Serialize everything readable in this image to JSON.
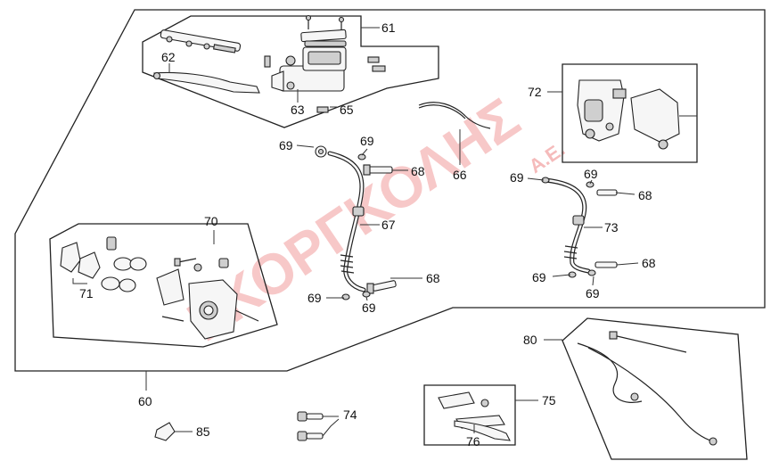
{
  "watermark": {
    "main": "ΓΚΟΡΓΚΟΛΗΣ",
    "suffix": "A.E.",
    "color": "#e23b3b"
  },
  "callouts": {
    "c60": "60",
    "c61": "61",
    "c62": "62",
    "c63": "63",
    "c65": "65",
    "c66": "66",
    "c67": "67",
    "c68a": "68",
    "c68b": "68",
    "c68c": "68",
    "c68d": "68",
    "c69a": "69",
    "c69b": "69",
    "c69c": "69",
    "c69d": "69",
    "c69e": "69",
    "c69f": "69",
    "c69g": "69",
    "c70": "70",
    "c71": "71",
    "c72": "72",
    "c73": "73",
    "c74": "74",
    "c75": "75",
    "c76": "76",
    "c80": "80",
    "c85": "85"
  }
}
